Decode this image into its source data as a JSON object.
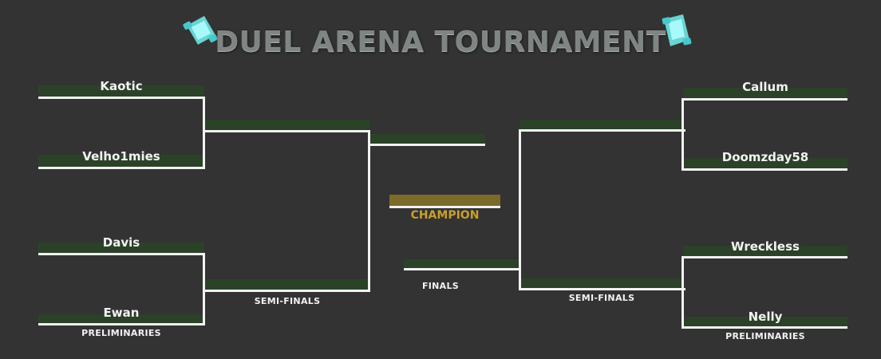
{
  "title": "DUEL ARENA TOURNAMENT",
  "icons": {
    "left": "scroll-icon",
    "right": "scroll-icon"
  },
  "colors": {
    "slot_band": "#2b4229",
    "champion_band": "#7c6a2a",
    "champion_text": "#c8a02a",
    "line": "#f2f2f2",
    "background": "#333333"
  },
  "left_bracket": {
    "prelims": [
      "Kaotic",
      "Velho1mies",
      "Davis",
      "Ewan"
    ],
    "prelims_label": "PRELIMINARIES",
    "semis_label": "SEMI-FINALS"
  },
  "right_bracket": {
    "prelims": [
      "Callum",
      "Doomzday58",
      "Wreckless",
      "Nelly"
    ],
    "prelims_label": "PRELIMINARIES",
    "semis_label": "SEMI-FINALS"
  },
  "finals_label": "FINALS",
  "champion_label": "CHAMPION"
}
